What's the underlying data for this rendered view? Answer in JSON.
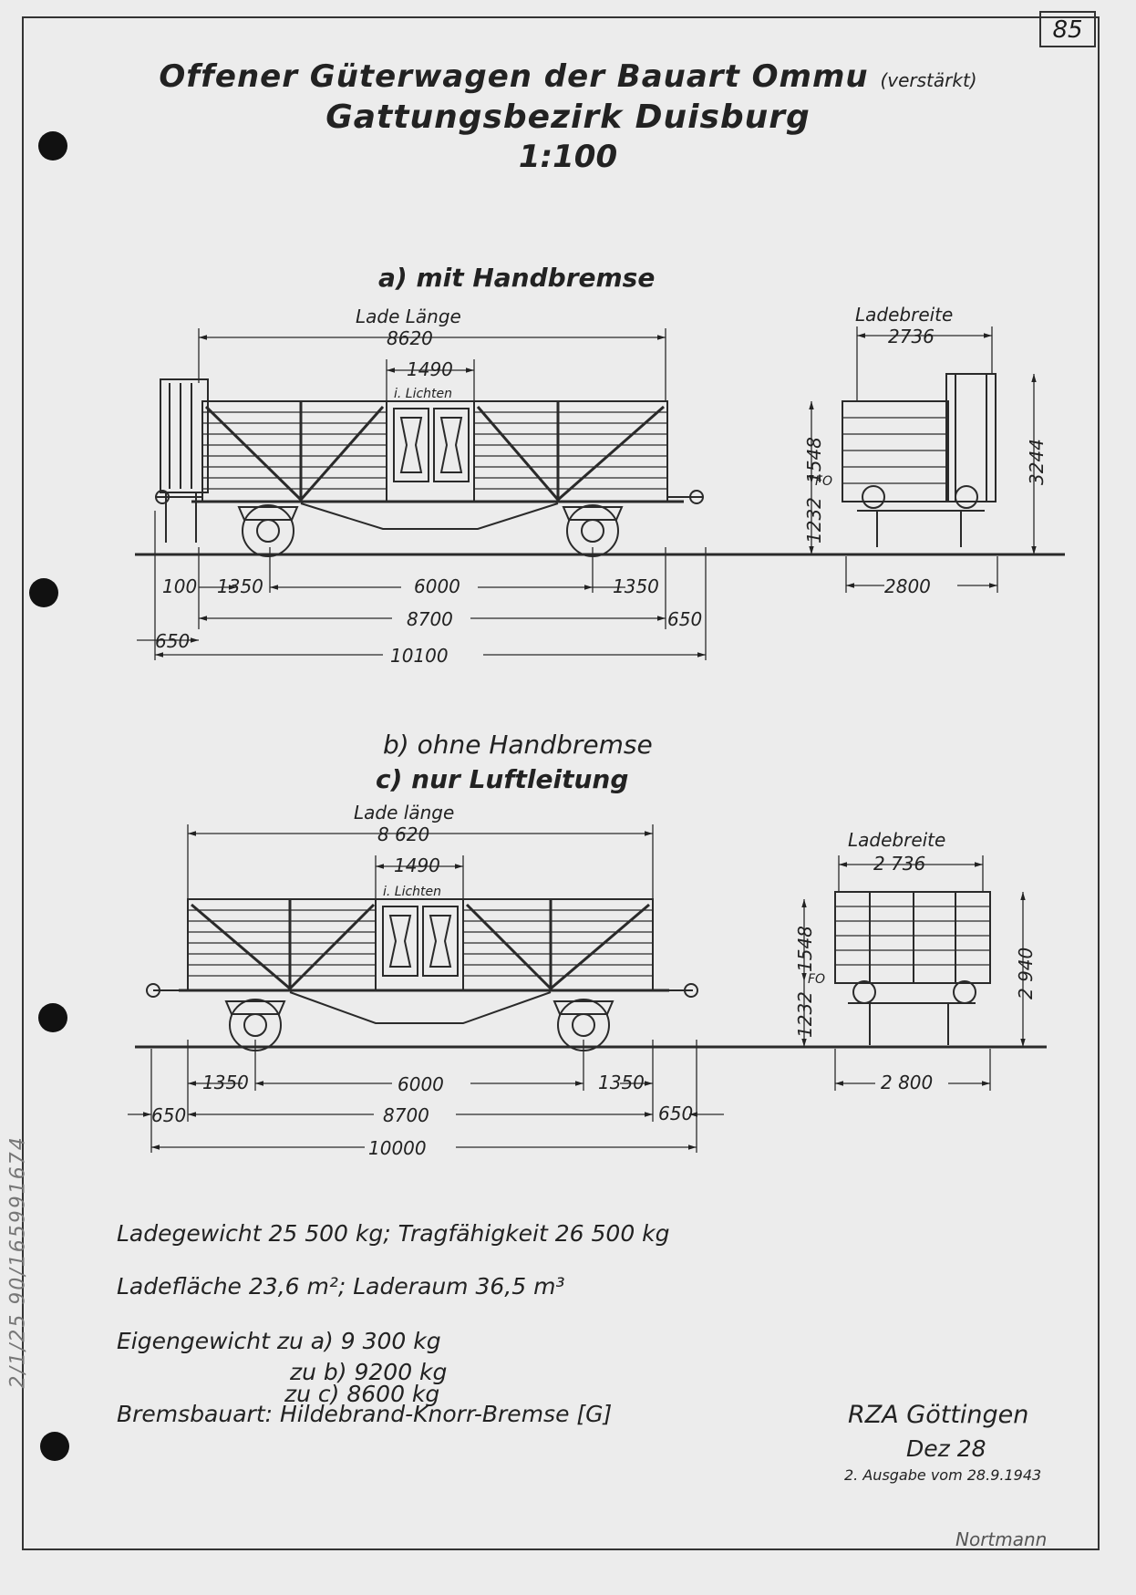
{
  "page_number": "85",
  "title": {
    "line1": "Offener Güterwagen der Bauart Ommu",
    "line1_suffix": "(verstärkt)",
    "line2": "Gattungsbezirk Duisburg",
    "line3": "1:100"
  },
  "drawing_a": {
    "caption": "a) mit Handbremse",
    "lade_laenge_label": "Lade Länge",
    "lade_laenge": "8620",
    "door_width": "1490",
    "i_lichten": "i. Lichten",
    "dims": {
      "d100": "100",
      "d1350_left": "1350",
      "d6000": "6000",
      "d1350_right": "1350",
      "d8700": "8700",
      "d650_left": "650",
      "d650_right": "650",
      "d10100": "10100"
    },
    "end_view": {
      "ladebreite_label": "Ladebreite",
      "ladebreite": "2736",
      "h1548": "1548",
      "h1232": "1232",
      "h3244": "3244",
      "fo": "FO",
      "w2800": "2800"
    }
  },
  "drawing_bc": {
    "caption_b": "b) ohne Handbremse",
    "caption_c": "c) nur Luftleitung",
    "lade_laenge_label": "Lade länge",
    "lade_laenge": "8 620",
    "door_width": "1490",
    "i_lichten": "i. Lichten",
    "dims": {
      "d1350_left": "1350",
      "d6000": "6000",
      "d1350_right": "1350",
      "d8700": "8700",
      "d650_left": "650",
      "d650_right": "650",
      "d10000": "10000"
    },
    "end_view": {
      "ladebreite_label": "Ladebreite",
      "ladebreite": "2 736",
      "h1548": "1548",
      "h1232": "1232",
      "h2940": "2 940",
      "fo": "FO",
      "w2800": "2 800"
    }
  },
  "specs": {
    "line1": "Ladegewicht 25 500 kg; Tragfähigkeit 26 500 kg",
    "line2": "Ladefläche 23,6 m²; Laderaum 36,5 m³",
    "line3": "Eigengewicht zu a) 9 300 kg",
    "line4": "zu b) 9200 kg",
    "line5": "zu c) 8600 kg",
    "line6": "Bremsbauart: Hildebrand-Knorr-Bremse [G]"
  },
  "issuer": {
    "office": "RZA Göttingen",
    "date": "Dez 28",
    "edition": "2. Ausgabe vom 28.9.1943",
    "signature": "Nortmann"
  },
  "margin_note": "2/1/25 90/165991674"
}
